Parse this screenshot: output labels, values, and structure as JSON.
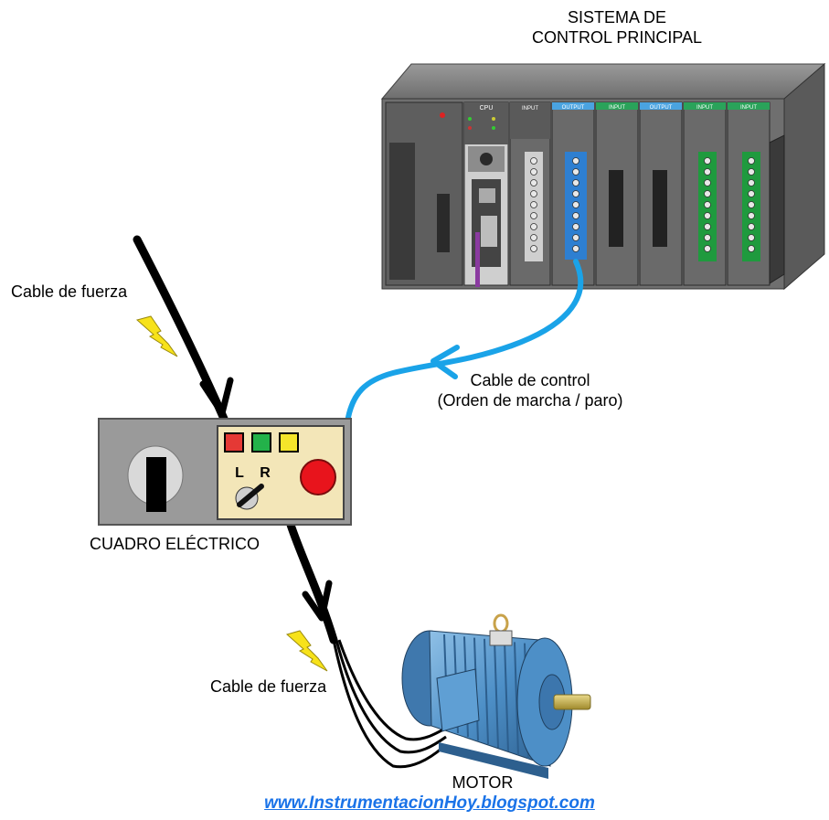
{
  "plc": {
    "title_line1": "SISTEMA DE",
    "title_line2": "CONTROL PRINCIPAL",
    "module_labels": [
      "CPU",
      "INPUT",
      "OUTPUT",
      "INPUT",
      "OUTPUT",
      "INPUT",
      "INPUT"
    ]
  },
  "cables": {
    "fuerza_top": "Cable de fuerza",
    "control_line1": "Cable de control",
    "control_line2": "(Orden de marcha / paro)",
    "fuerza_bottom": "Cable de fuerza"
  },
  "cuadro": {
    "label": "CUADRO ELÉCTRICO",
    "selector_left": "L",
    "selector_right": "R"
  },
  "motor": {
    "label": "MOTOR"
  },
  "website": "www.InstrumentacionHoy.blogspot.com",
  "colors": {
    "control_cable": "#1aa3e8",
    "lamp_red": "#e53935",
    "lamp_green": "#23b24a",
    "lamp_yellow": "#f5e52a",
    "stop_button": "#e8141c",
    "panel_gray": "#9a9a9a",
    "panel_cream": "#f3e6b8",
    "motor_blue": "#4d8fc7",
    "link": "#1a73e8"
  },
  "icons": [
    "lightning-bolt-icon",
    "arrow-head-icon"
  ]
}
